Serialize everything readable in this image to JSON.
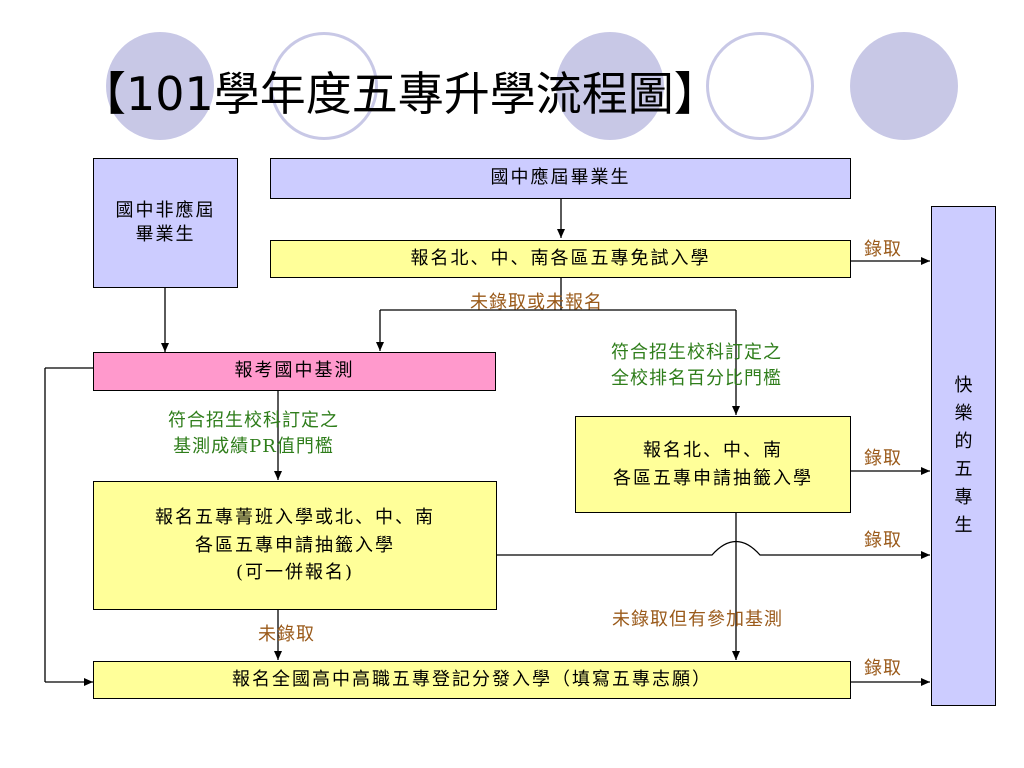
{
  "title": "【101學年度五專升學流程圖】",
  "boxes": {
    "non_graduate": "國中非應屆畢業生",
    "graduate": "國中應屆畢業生",
    "exam_free_apply": "報名北、中、南各區五專免試入學",
    "basic_test": "報考國中基測",
    "lottery_apply_line1": "報名北、中、南",
    "lottery_apply_line2": "各區五專申請抽籤入學",
    "elite_apply_line1": "報名五專菁班入學或北、中、南",
    "elite_apply_line2": "各區五專申請抽籤入學",
    "elite_apply_line3": "(可一併報名)",
    "registration": "報名全國高中高職五專登記分發入學（填寫五專志願）",
    "happy_student": [
      "快",
      "樂",
      "的",
      "五",
      "專",
      "生"
    ]
  },
  "labels": {
    "admitted": "錄取",
    "not_admitted_or_not_applied": "未錄取或未報名",
    "criteria_rank_line1": "符合招生校科訂定之",
    "criteria_rank_line2": "全校排名百分比門檻",
    "criteria_pr_line1": "符合招生校科訂定之",
    "criteria_pr_line2": "基測成績PR值門檻",
    "not_admitted": "未錄取",
    "not_admitted_but_tested": "未錄取但有參加基測"
  },
  "colors": {
    "purple_box": "#ccccff",
    "yellow_box": "#ffff99",
    "pink_box": "#ff99cc",
    "circle": "#c8c8e6",
    "green_text": "#2e7d1a",
    "brown_text": "#9a5a1a"
  }
}
